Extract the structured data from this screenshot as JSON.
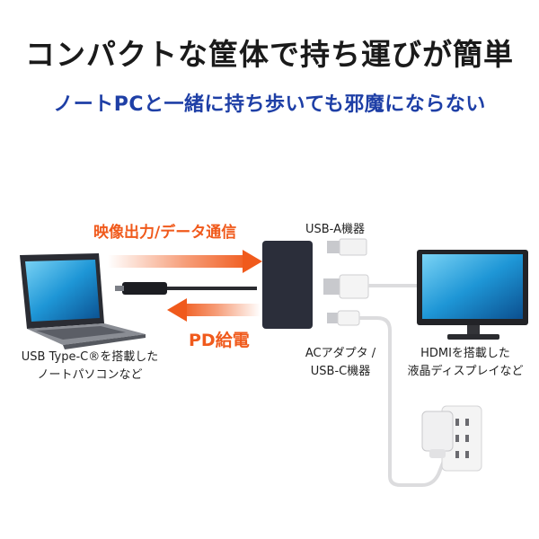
{
  "title": "コンパクトな筐体で持ち運びが簡単",
  "subtitle": "ノートPCと一緒に持ち歩いても邪魔にならない",
  "labels": {
    "video_output": "映像出力/データ通信",
    "pd_power": "PD給電",
    "usb_a_device": "USB-A機器",
    "laptop_line1": "USB Type-C®を搭載した",
    "laptop_line2": "ノートパソコンなど",
    "ac_line1": "ACアダプタ /",
    "ac_line2": "USB-C機器",
    "monitor_line1": "HDMIを搭載した",
    "monitor_line2": "液晶ディスプレイなど"
  },
  "colors": {
    "title": "#1a1a1a",
    "subtitle": "#1e3fa6",
    "accent_orange": "#f05a1c",
    "hub_body": "#2b2e3a"
  }
}
